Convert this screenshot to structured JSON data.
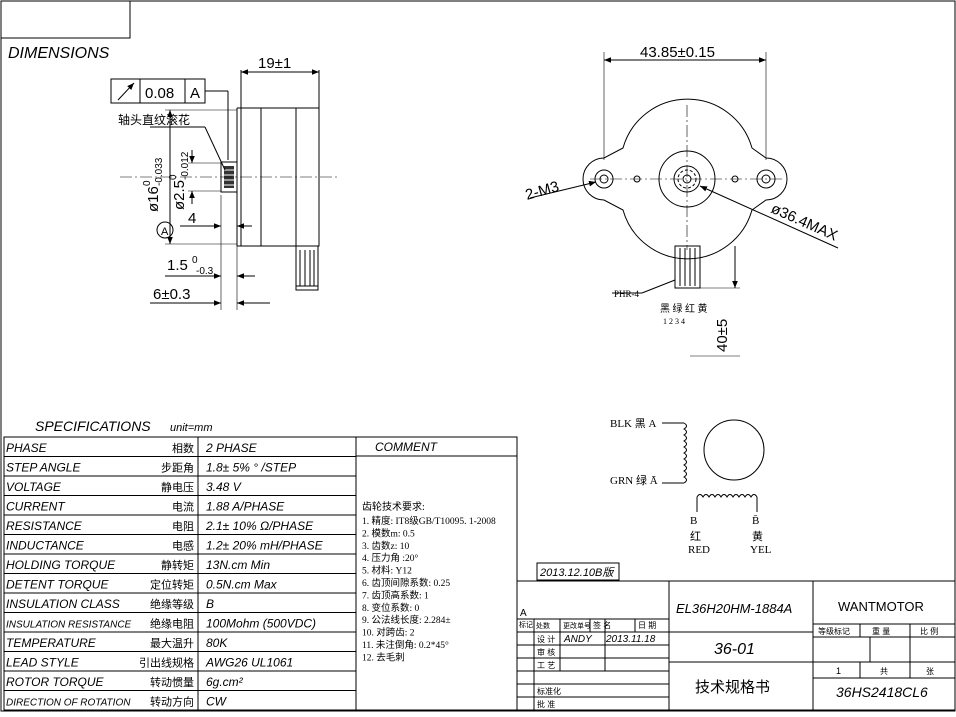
{
  "dims": {
    "heading": "DIMENSIONS",
    "runout": "0.08",
    "datum": "A",
    "knurl_note": "轴头直纹滚花",
    "len_19": "19±1",
    "dia_16": "ø16",
    "dia_16_tol_top": "0",
    "dia_16_tol_bot": "-0.033",
    "dia_25": "ø2.5",
    "dia_25_tol_top": "0",
    "dia_25_tol_bot": "-0.012",
    "dim_4": "4",
    "dim_15": "1.5",
    "dim_15_tol_top": "0",
    "dim_15_tol_bot": "-0.3",
    "dim_6": "6±0.3",
    "width_43": "43.85±0.15",
    "holes": "2-M3",
    "dia_364": "ø36.4MAX",
    "connector": "PHR-4",
    "wire_colors_cn": "黑 绿 红 黄",
    "wire_nums": "1  2  3  4",
    "lead_len": "40±5"
  },
  "wiring": {
    "blk": "BLK 黑 A",
    "grn": "GRN 绿 Ā",
    "b": "B",
    "b_bar": "B̄",
    "red_cn": "红",
    "yel_cn": "黄",
    "red": "RED",
    "yel": "YEL"
  },
  "spec": {
    "title": "SPECIFICATIONS",
    "unit": "unit=mm",
    "comment_header": "COMMENT",
    "rows": [
      {
        "en": "PHASE",
        "cn": "相数",
        "val": "2  PHASE"
      },
      {
        "en": "STEP ANGLE",
        "cn": "步距角",
        "val": "1.8± 5% ° /STEP"
      },
      {
        "en": "VOLTAGE",
        "cn": "静电压",
        "val": "3.48 V"
      },
      {
        "en": "CURRENT",
        "cn": "电流",
        "val": "1.88 A/PHASE"
      },
      {
        "en": "RESISTANCE",
        "cn": "电阻",
        "val": "2.1± 10%  Ω/PHASE"
      },
      {
        "en": "INDUCTANCE",
        "cn": "电感",
        "val": "1.2± 20% mH/PHASE"
      },
      {
        "en": "HOLDING TORQUE",
        "cn": "静转矩",
        "val": "13N.cm Min"
      },
      {
        "en": "DETENT TORQUE",
        "cn": "定位转矩",
        "val": "0.5N.cm Max"
      },
      {
        "en": "INSULATION CLASS",
        "cn": "绝缘等级",
        "val": "B"
      },
      {
        "en": "INSULATION RESISTANCE",
        "cn": "绝缘电阻",
        "val": "100Mohm (500VDC)"
      },
      {
        "en": "TEMPERATURE",
        "cn": "最大温升",
        "val": "80K"
      },
      {
        "en": "LEAD STYLE",
        "cn": "引出线规格",
        "val": "AWG26 UL1061"
      },
      {
        "en": "ROTOR TORQUE",
        "cn": "转动惯量",
        "val": "6g.cm²"
      },
      {
        "en": "DIRECTION OF ROTATION",
        "cn": "转动方向",
        "val": "CW"
      }
    ],
    "gear_title": "齿轮技术要求:",
    "gear_lines": [
      "1. 精度: IT8级GB/T10095. 1-2008",
      "2. 模数m: 0.5",
      "3. 齿数z: 10",
      "4. 压力角 :20°",
      "5. 材料: Y12",
      "6. 齿顶间隙系数: 0.25",
      "7. 齿顶高系数: 1",
      "8. 变位系数: 0",
      "9. 公法线长度: 2.284±",
      "10. 对跨齿: 2",
      "11. 未注倒角: 0.2*45°",
      "12. 去毛刺"
    ]
  },
  "title_block": {
    "version": "2013.12.10B版",
    "rev": "A",
    "mark": "标记",
    "count": "处数",
    "change_doc": "更改单号",
    "sign": "签  名",
    "date": "日 期",
    "design": "设  计",
    "designer": "ANDY",
    "design_date": "2013.11.18",
    "review": "审  核",
    "craft": "工  艺",
    "standard": "标准化",
    "approve": "批  准",
    "model": "EL36H20HM-1884A",
    "company": "WANTMOTOR",
    "drawing_no": "36-01",
    "stage_mark": "等级标记",
    "weight": "重  量",
    "scale": "比  例",
    "sheet_num": "1",
    "total": "共",
    "sheet": "张",
    "doc_title": "技术规格书",
    "part_no": "36HS2418CL6"
  }
}
